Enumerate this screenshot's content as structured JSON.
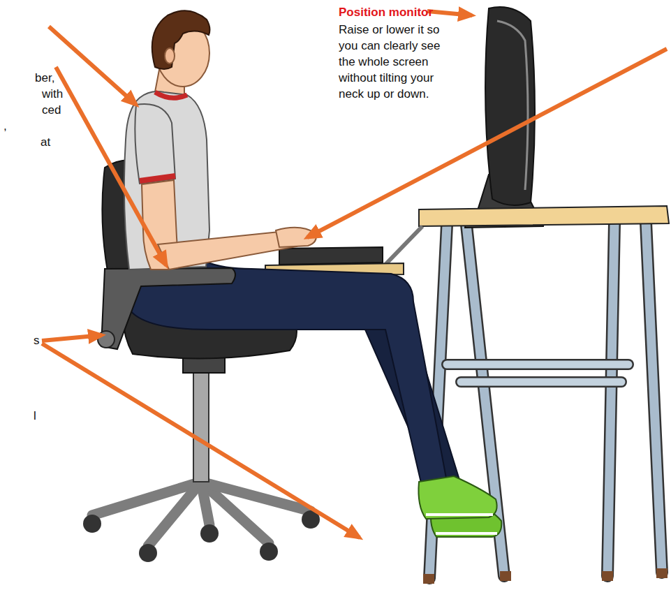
{
  "diagram": {
    "labels": [
      "Position monitor",
      "Raise or lower it so you can clearly see the whole screen without tilting your neck up or down.",
      "ber, with ced , at",
      "s",
      "l"
    ]
  }
}
